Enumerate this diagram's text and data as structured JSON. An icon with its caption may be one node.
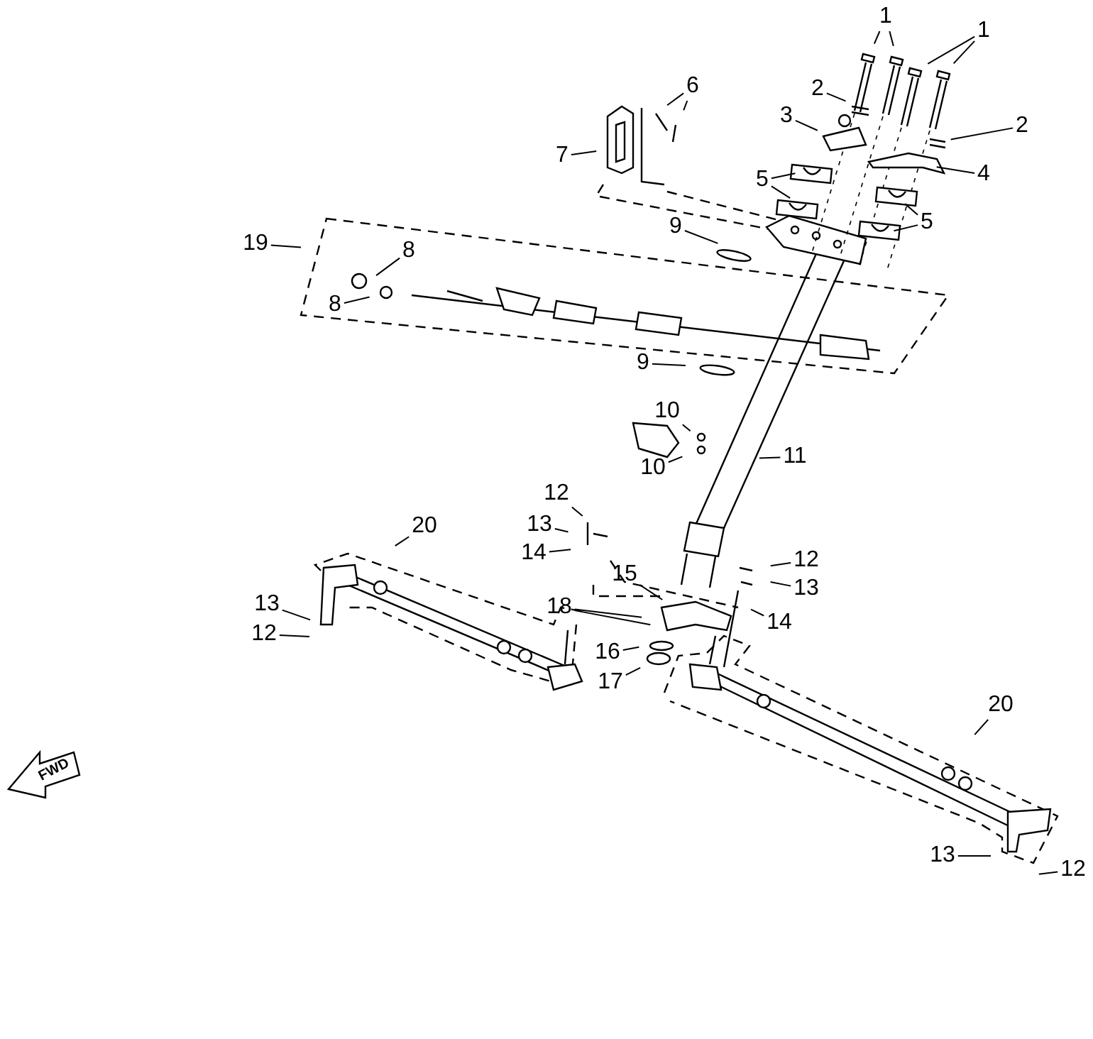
{
  "diagram": {
    "nodes": [
      {
        "text": [
          "1"
        ]
      },
      {
        "text": [
          "1"
        ]
      },
      {
        "text": [
          "2"
        ]
      },
      {
        "text": [
          "2"
        ]
      },
      {
        "text": [
          "3"
        ]
      },
      {
        "text": [
          "4"
        ]
      },
      {
        "text": [
          "5"
        ]
      },
      {
        "text": [
          "5"
        ]
      },
      {
        "text": [
          "6"
        ]
      },
      {
        "text": [
          "7"
        ]
      },
      {
        "text": [
          "8"
        ]
      },
      {
        "text": [
          "8"
        ]
      },
      {
        "text": [
          "9"
        ]
      },
      {
        "text": [
          "9"
        ]
      },
      {
        "text": [
          "10"
        ]
      },
      {
        "text": [
          "10"
        ]
      },
      {
        "text": [
          "11"
        ]
      },
      {
        "text": [
          "12"
        ]
      },
      {
        "text": [
          "13"
        ]
      },
      {
        "text": [
          "14"
        ]
      },
      {
        "text": [
          "20"
        ]
      },
      {
        "text": [
          "19"
        ]
      },
      {
        "text": [
          "12"
        ]
      },
      {
        "text": [
          "13"
        ]
      },
      {
        "text": [
          "14"
        ]
      },
      {
        "text": [
          "15"
        ]
      },
      {
        "text": [
          "18"
        ]
      },
      {
        "text": [
          "16"
        ]
      },
      {
        "text": [
          "17"
        ]
      },
      {
        "text": [
          "13"
        ]
      },
      {
        "text": [
          "12"
        ]
      },
      {
        "text": [
          "20"
        ]
      },
      {
        "text": [
          "13"
        ]
      },
      {
        "text": [
          "12"
        ]
      }
    ],
    "edges": [
      {
        "from": 0,
        "to": null,
        "arrow": "none"
      },
      {
        "from": 0,
        "to": null,
        "arrow": "none"
      },
      {
        "from": 1,
        "to": null,
        "arrow": "none"
      },
      {
        "from": 1,
        "to": null,
        "arrow": "none"
      },
      {
        "from": 2,
        "to": null,
        "arrow": "none"
      },
      {
        "from": 3,
        "to": null,
        "arrow": "none"
      },
      {
        "from": 4,
        "to": null,
        "arrow": "none"
      },
      {
        "from": 5,
        "to": null,
        "arrow": "none"
      },
      {
        "from": 6,
        "to": null,
        "arrow": "none"
      },
      {
        "from": 6,
        "to": null,
        "arrow": "none"
      },
      {
        "from": 7,
        "to": null,
        "arrow": "none"
      },
      {
        "from": 7,
        "to": null,
        "arrow": "none"
      },
      {
        "from": 8,
        "to": null,
        "arrow": "none"
      },
      {
        "from": 8,
        "to": null,
        "arrow": "none"
      },
      {
        "from": 9,
        "to": null,
        "arrow": "none"
      },
      {
        "from": 10,
        "to": null,
        "arrow": "none"
      },
      {
        "from": 11,
        "to": null,
        "arrow": "none"
      },
      {
        "from": 12,
        "to": null,
        "arrow": "none"
      },
      {
        "from": 13,
        "to": null,
        "arrow": "none"
      },
      {
        "from": 14,
        "to": null,
        "arrow": "none"
      },
      {
        "from": 15,
        "to": null,
        "arrow": "none"
      },
      {
        "from": 16,
        "to": null,
        "arrow": "none"
      },
      {
        "from": 17,
        "to": null,
        "arrow": "none"
      },
      {
        "from": 18,
        "to": null,
        "arrow": "none"
      },
      {
        "from": 19,
        "to": null,
        "arrow": "none"
      },
      {
        "from": 20,
        "to": null,
        "arrow": "none"
      },
      {
        "from": 21,
        "to": null,
        "arrow": "none"
      },
      {
        "from": 22,
        "to": null,
        "arrow": "none"
      },
      {
        "from": 23,
        "to": null,
        "arrow": "none"
      },
      {
        "from": 24,
        "to": null,
        "arrow": "none"
      },
      {
        "from": 25,
        "to": null,
        "arrow": "none"
      },
      {
        "from": 26,
        "to": null,
        "arrow": "none"
      },
      {
        "from": 26,
        "to": null,
        "arrow": "none"
      },
      {
        "from": 27,
        "to": null,
        "arrow": "none"
      },
      {
        "from": 28,
        "to": null,
        "arrow": "none"
      },
      {
        "from": 29,
        "to": null,
        "arrow": "none"
      },
      {
        "from": 30,
        "to": null,
        "arrow": "none"
      },
      {
        "from": 31,
        "to": null,
        "arrow": "none"
      },
      {
        "from": 32,
        "to": null,
        "arrow": "none"
      },
      {
        "from": 33,
        "to": null,
        "arrow": "none"
      }
    ],
    "labels": [
      "FWD"
    ]
  }
}
